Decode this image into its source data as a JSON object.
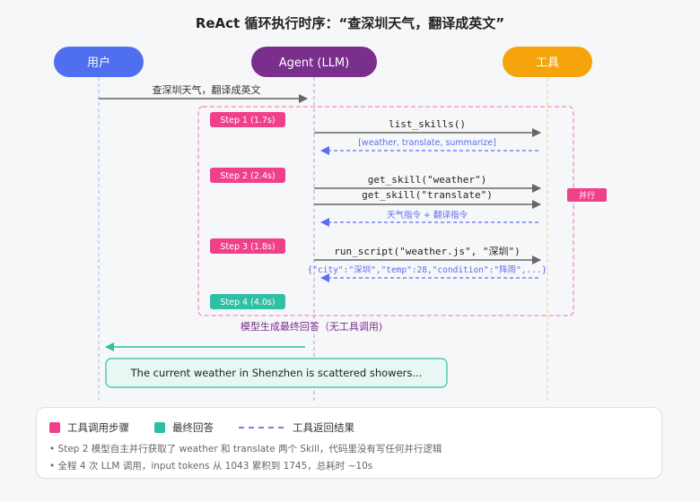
{
  "title": "ReAct 循环执行时序：“查深圳天气，翻译成英文”",
  "participants": {
    "user": "用户",
    "agent": "Agent (LLM)",
    "tools": "工具"
  },
  "messages": {
    "user_request": "查深圳天气，翻译成英文",
    "list_skills": "list_skills()",
    "list_skills_result": "[weather, translate, summarize]",
    "get_skill_weather": "get_skill(\"weather\")",
    "get_skill_translate": "get_skill(\"translate\")",
    "get_skill_result": "天气指令 + 翻译指令",
    "run_script": "run_script(\"weather.js\", \"深圳\")",
    "run_script_result": "{\"city\":\"深圳\",\"temp\":28,\"condition\":\"阵雨\",...}",
    "final_generation": "模型生成最终回答（无工具调用)",
    "final_answer": "The current weather in Shenzhen is scattered showers..."
  },
  "steps": {
    "step1": "Step 1 (1.7s)",
    "step2": "Step 2 (2.4s)",
    "step3": "Step 3 (1.8s)",
    "step4": "Step 4 (4.0s)"
  },
  "parallel_badge": "并行",
  "legend": {
    "tool_step": "工具调用步骤",
    "final_answer": "最终回答",
    "tool_result": "工具返回结果"
  },
  "notes": [
    "• Step 2 模型自主并行获取了 weather 和 translate 两个 Skill，代码里没有写任何并行逻辑",
    "• 全程 4 次 LLM 调用，input tokens 从 1043 累积到 1745，总耗时 ~10s"
  ],
  "colors": {
    "user": "#4f6ff0",
    "agent": "#7a2f8c",
    "tools": "#f5a50b",
    "step": "#f0408a",
    "final": "#2fbfa5",
    "result": "#5b6ef0"
  }
}
